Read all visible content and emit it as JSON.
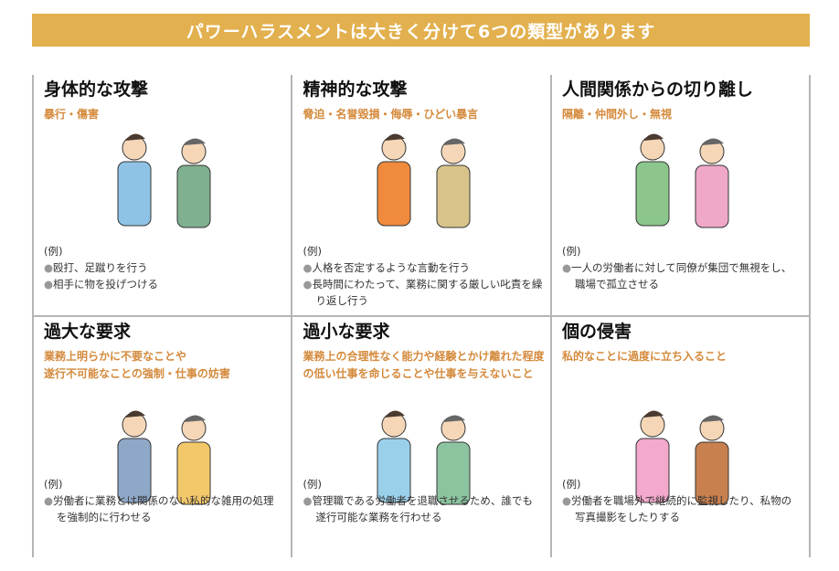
{
  "banner": "パワーハラスメントは大きく分けて6つの類型があります",
  "example_label": "(例)",
  "categories": [
    {
      "title": "身体的な攻撃",
      "subtitle": [
        "暴行・傷害"
      ],
      "examples": [
        "殴打、足蹴りを行う",
        "相手に物を投げつける"
      ]
    },
    {
      "title": "精神的な攻撃",
      "subtitle": [
        "脅迫・名誉毀損・侮辱・ひどい暴言"
      ],
      "examples": [
        "人格を否定するような言動を行う",
        "長時間にわたって、業務に関する厳しい叱責を繰り返し行う"
      ]
    },
    {
      "title": "人間関係からの切り離し",
      "subtitle": [
        "隔離・仲間外し・無視"
      ],
      "examples": [
        "一人の労働者に対して同僚が集団で無視をし、職場で孤立させる"
      ]
    },
    {
      "title": "過大な要求",
      "subtitle": [
        "業務上明らかに不要なことや",
        "遂行不可能なことの強制・仕事の妨害"
      ],
      "examples": [
        "労働者に業務とは関係のない私的な雑用の処理を強制的に行わせる"
      ]
    },
    {
      "title": "過小な要求",
      "subtitle": [
        "業務上の合理性なく能力や経験とかけ離れた程度の低い仕事を命じることや仕事を与えないこと"
      ],
      "examples": [
        "管理職である労働者を退職させるため、誰でも遂行可能な業務を行わせる"
      ]
    },
    {
      "title": "個の侵害",
      "subtitle": [
        "私的なことに過度に立ち入ること"
      ],
      "examples": [
        "労働者を職場外で継続的に監視したり、私物の写真撮影をしたりする"
      ]
    }
  ]
}
